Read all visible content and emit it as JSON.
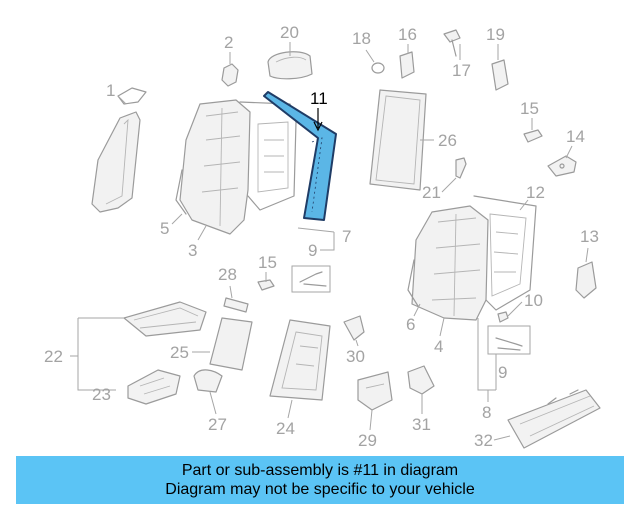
{
  "callouts": {
    "c1": "1",
    "c2": "2",
    "c3": "3",
    "c4": "4",
    "c5": "5",
    "c6": "6",
    "c7": "7",
    "c8": "8",
    "c9a": "9",
    "c9b": "9",
    "c10": "10",
    "c11": "11",
    "c12": "12",
    "c13": "13",
    "c14": "14",
    "c15a": "15",
    "c15b": "15",
    "c16": "16",
    "c17": "17",
    "c18": "18",
    "c19": "19",
    "c20": "20",
    "c21": "21",
    "c22": "22",
    "c23": "23",
    "c24": "24",
    "c25": "25",
    "c26": "26",
    "c27": "27",
    "c28": "28",
    "c29": "29",
    "c30": "30",
    "c31": "31",
    "c32": "32"
  },
  "highlight": {
    "part_number": "11",
    "color": "#5bb6e6"
  },
  "banner": {
    "line1": "Part or sub-assembly is #11 in diagram",
    "line2": "Diagram may not be specific to your vehicle",
    "background": "#5bc4f5"
  }
}
